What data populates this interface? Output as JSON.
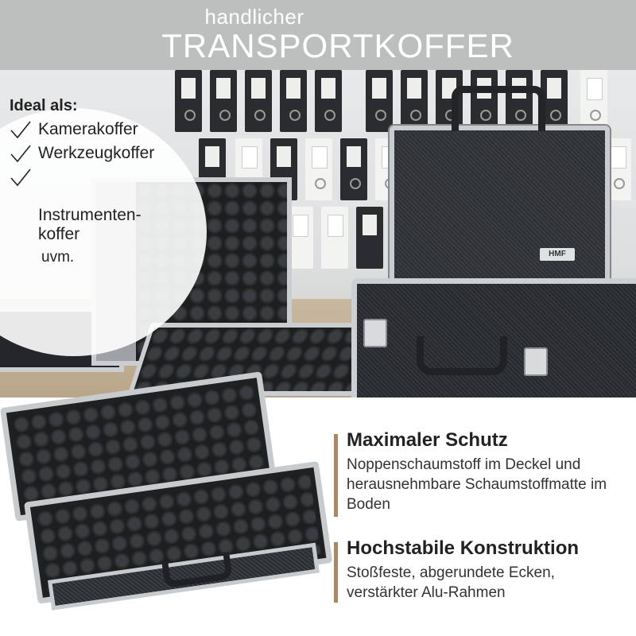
{
  "banner": {
    "subtitle": "handlicher",
    "title": "TRANSPORTKOFFER"
  },
  "ideal": {
    "heading": "Ideal als:",
    "uses": [
      "Kamerakoffer",
      "Werkzeugkoffer",
      "Instrumenten-\nkoffer"
    ],
    "more": "uvm."
  },
  "product": {
    "brand_badge": "HMF"
  },
  "features": [
    {
      "title": "Maximaler Schutz",
      "text": "Noppenschaumstoff im Deckel und herausnehmbare Schaumstoffmatte im Boden"
    },
    {
      "title": "Hochstabile Konstruktion",
      "text": "Stoßfeste, abgerundete Ecken, verstärkter Alu-Rahmen"
    }
  ],
  "colors": {
    "banner_bg": "#bdbfbf",
    "accent_bar": "#a8876a",
    "text": "#222222"
  }
}
